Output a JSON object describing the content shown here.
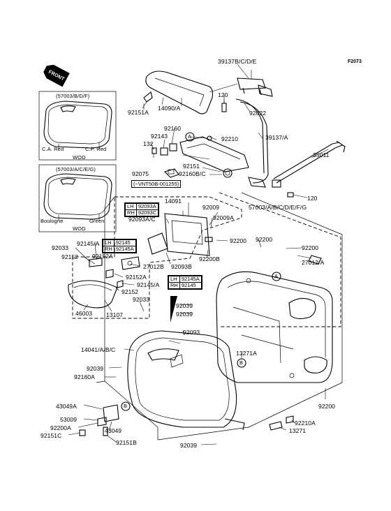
{
  "figure_code": "F2073",
  "front_tag": "FRONT",
  "labels": {
    "p39137bcde": "39137B/C/D/E",
    "p120a": "120",
    "p92151a": "92151A",
    "p14090a": "14090/A",
    "p92022": "92022",
    "p92160": "92160",
    "p92143": "92143",
    "p92210": "92210",
    "p39137a": "39137/A",
    "p132": "132",
    "p35011": "35011",
    "p92151": "92151",
    "p92160bc": "92160B/C",
    "p92075": "92075",
    "p120b": "120",
    "p14091": "14091",
    "p92009": "92009",
    "p57003all": "57003/A/B/C/D/E/F/G",
    "p92093ac": "92093A/C",
    "p92009a": "92009A",
    "p92200a": "92200",
    "p92200b": "92200",
    "p92200c": "92200",
    "p92200d": "92200",
    "p92033a": "92033",
    "p92145a1": "92145/A",
    "p92152a": "92152",
    "p92152a1": "92152A",
    "p27012b": "27012B",
    "p92093b": "92093B",
    "p92200bb": "92200B",
    "p27012a": "27012/A",
    "p92152a2": "92152A",
    "p92145a2": "92145/A",
    "p92152b": "92152",
    "p46003": "46003",
    "p13107": "13107",
    "p92033b": "92033",
    "p92039a": "92039",
    "p92039b": "92039",
    "p92093": "92093",
    "p14041": "14041/A/B/C",
    "p13271a": "13271A",
    "p92039c": "92039",
    "p92160a": "92160A",
    "p43049a": "43049A",
    "p53009": "53009",
    "p92200aa": "92200A",
    "p92151c": "92151C",
    "p43049": "43049",
    "p92151b": "92151B",
    "p92039d": "92039",
    "p92210a": "92210A",
    "p13271": "13271"
  },
  "callouts": {
    "A": "A",
    "B": "B"
  },
  "inset_top": {
    "title": "(57003/B/D/F)",
    "color_left": "C.A. Red",
    "color_right": "C.P. Red",
    "caption": "WOD"
  },
  "inset_bottom": {
    "title": "(57003/A/C/E/G)",
    "color_left": "Boulogne",
    "color_right": "Green",
    "caption": "WOD"
  },
  "serial_note": "(~VNT50B-001255)",
  "table_92093": {
    "rows": [
      {
        "side": "LH",
        "part": "92093A"
      },
      {
        "side": "RH",
        "part": "92093C"
      }
    ]
  },
  "table_92145_upper": {
    "rows": [
      {
        "side": "LH",
        "part": "92145"
      },
      {
        "side": "RH",
        "part": "92145A"
      }
    ]
  },
  "table_92145_lower": {
    "rows": [
      {
        "side": "LH",
        "part": "92145A"
      },
      {
        "side": "RH",
        "part": "92145"
      }
    ]
  }
}
